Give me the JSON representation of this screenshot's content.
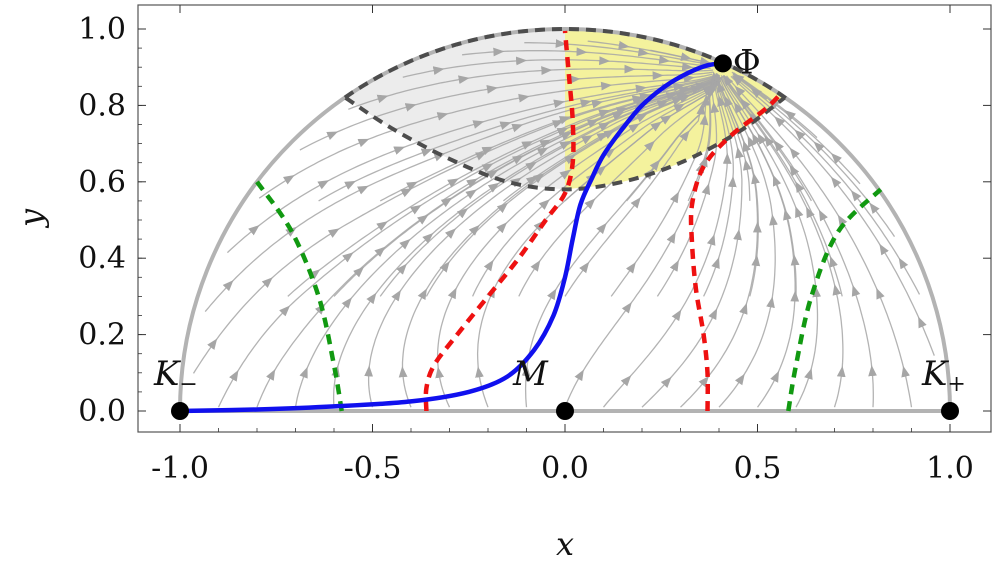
{
  "chart_data": {
    "type": "vector_field",
    "xlabel": "x",
    "ylabel": "y",
    "xlim": [
      -1.08,
      1.11
    ],
    "ylim": [
      -0.06,
      1.06
    ],
    "x_ticks": [
      -1.0,
      -0.5,
      0.0,
      0.5,
      1.0
    ],
    "x_tick_labels": [
      "-1.0",
      "-0.5",
      "0.0",
      "0.5",
      "1.0"
    ],
    "y_ticks": [
      0.0,
      0.2,
      0.4,
      0.6,
      0.8,
      1.0
    ],
    "y_tick_labels": [
      "0.0",
      "0.2",
      "0.4",
      "0.6",
      "0.8",
      "1.0"
    ],
    "colors": {
      "boundary": "#b3b3b3",
      "stream": "#a6a6a6",
      "trajectory": "#1010ee",
      "red_nullcline": "#ee1111",
      "green_nullcline": "#119911",
      "dashed_boundary": "#4d4d4d",
      "yellow_region": "#f2f08c",
      "gray_region": "#e6e6e6",
      "point": "#000000"
    },
    "points": [
      {
        "name": "K",
        "sub": "−",
        "x": -1.0,
        "y": 0.0
      },
      {
        "name": "M",
        "sub": "",
        "x": 0.0,
        "y": 0.0
      },
      {
        "name": "K",
        "sub": "+",
        "x": 1.0,
        "y": 0.0
      },
      {
        "name": "Φ",
        "sub": "",
        "x": 0.41,
        "y": 0.91
      }
    ],
    "trajectory": [
      [
        -1.0,
        0.0
      ],
      [
        -0.8,
        0.004
      ],
      [
        -0.6,
        0.012
      ],
      [
        -0.4,
        0.025
      ],
      [
        -0.25,
        0.05
      ],
      [
        -0.15,
        0.09
      ],
      [
        -0.08,
        0.16
      ],
      [
        -0.03,
        0.25
      ],
      [
        0.0,
        0.35
      ],
      [
        0.02,
        0.45
      ],
      [
        0.04,
        0.54
      ],
      [
        0.07,
        0.61
      ],
      [
        0.1,
        0.67
      ],
      [
        0.15,
        0.74
      ],
      [
        0.2,
        0.8
      ],
      [
        0.26,
        0.85
      ],
      [
        0.32,
        0.885
      ],
      [
        0.37,
        0.905
      ],
      [
        0.41,
        0.91
      ]
    ],
    "red_curves": [
      [
        [
          -0.36,
          0.0
        ],
        [
          -0.36,
          0.06
        ],
        [
          -0.34,
          0.12
        ],
        [
          -0.28,
          0.2
        ],
        [
          -0.2,
          0.3
        ],
        [
          -0.12,
          0.4
        ],
        [
          -0.05,
          0.5
        ],
        [
          0.0,
          0.57
        ],
        [
          0.02,
          0.65
        ],
        [
          0.02,
          0.76
        ],
        [
          0.01,
          0.88
        ],
        [
          0.0,
          0.995
        ]
      ],
      [
        [
          0.37,
          0.0
        ],
        [
          0.37,
          0.1
        ],
        [
          0.36,
          0.2
        ],
        [
          0.34,
          0.32
        ],
        [
          0.33,
          0.44
        ],
        [
          0.33,
          0.54
        ],
        [
          0.36,
          0.64
        ],
        [
          0.43,
          0.72
        ],
        [
          0.52,
          0.79
        ],
        [
          0.56,
          0.83
        ]
      ]
    ],
    "green_curves": [
      [
        [
          -0.58,
          0.0
        ],
        [
          -0.6,
          0.12
        ],
        [
          -0.64,
          0.3
        ],
        [
          -0.71,
          0.47
        ],
        [
          -0.8,
          0.6
        ]
      ],
      [
        [
          0.58,
          0.0
        ],
        [
          0.6,
          0.12
        ],
        [
          0.64,
          0.3
        ],
        [
          0.71,
          0.47
        ],
        [
          0.82,
          0.58
        ]
      ]
    ],
    "dashed_boundary": [
      [
        -0.57,
        0.82
      ],
      [
        -0.45,
        0.74
      ],
      [
        -0.3,
        0.66
      ],
      [
        -0.15,
        0.6
      ],
      [
        0.0,
        0.58
      ],
      [
        0.15,
        0.6
      ],
      [
        0.3,
        0.65
      ],
      [
        0.45,
        0.73
      ],
      [
        0.57,
        0.82
      ]
    ],
    "dashed_arc_range_deg": [
      55,
      125
    ]
  }
}
